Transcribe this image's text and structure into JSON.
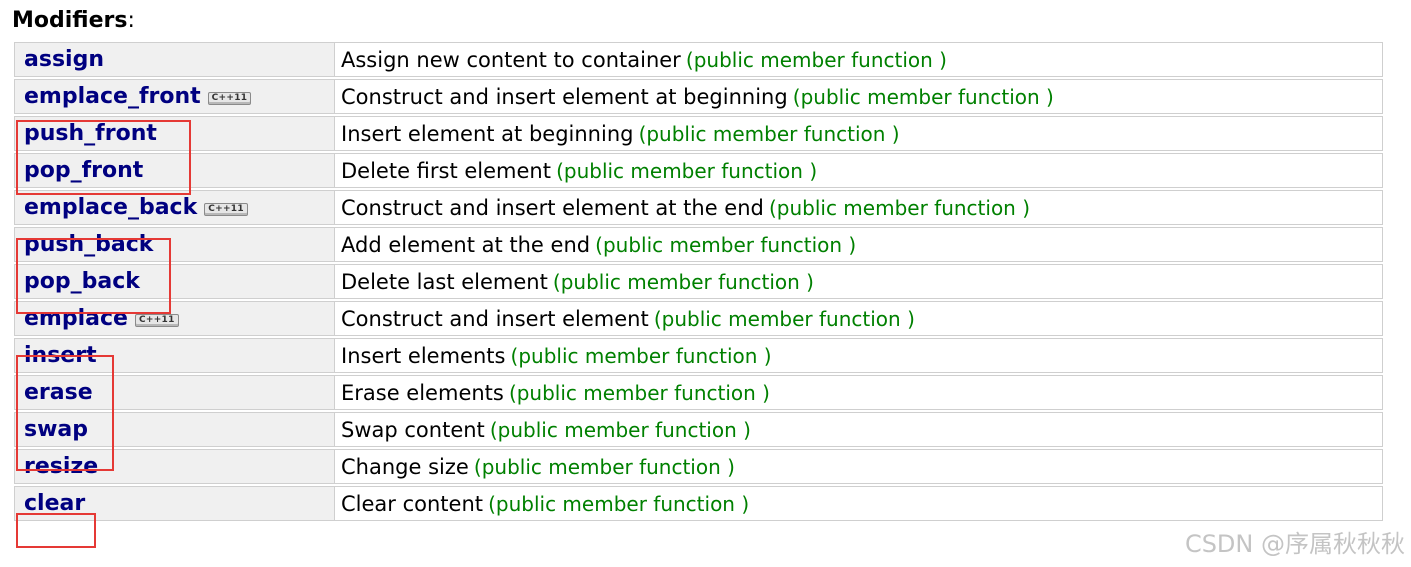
{
  "heading": {
    "title": "Modifiers",
    "colon": ":"
  },
  "rows": [
    {
      "name": "assign",
      "badge": "",
      "desc": "Assign new content to container",
      "type": "(public member function )"
    },
    {
      "name": "emplace_front",
      "badge": "C++11",
      "desc": "Construct and insert element at beginning",
      "type": "(public member function )"
    },
    {
      "name": "push_front",
      "badge": "",
      "desc": "Insert element at beginning",
      "type": "(public member function )"
    },
    {
      "name": "pop_front",
      "badge": "",
      "desc": "Delete first element",
      "type": "(public member function )"
    },
    {
      "name": "emplace_back",
      "badge": "C++11",
      "desc": "Construct and insert element at the end",
      "type": "(public member function )"
    },
    {
      "name": "push_back",
      "badge": "",
      "desc": "Add element at the end",
      "type": "(public member function )"
    },
    {
      "name": "pop_back",
      "badge": "",
      "desc": "Delete last element",
      "type": "(public member function )"
    },
    {
      "name": "emplace",
      "badge": "C++11",
      "desc": "Construct and insert element",
      "type": "(public member function )"
    },
    {
      "name": "insert",
      "badge": "",
      "desc": "Insert elements",
      "type": "(public member function )"
    },
    {
      "name": "erase",
      "badge": "",
      "desc": "Erase elements",
      "type": "(public member function )"
    },
    {
      "name": "swap",
      "badge": "",
      "desc": "Swap content",
      "type": "(public member function )"
    },
    {
      "name": "resize",
      "badge": "",
      "desc": "Change size",
      "type": "(public member function )"
    },
    {
      "name": "clear",
      "badge": "",
      "desc": "Clear content",
      "type": "(public member function )"
    }
  ],
  "highlight_color": "#e53935",
  "watermark": "CSDN @序属秋秋秋"
}
